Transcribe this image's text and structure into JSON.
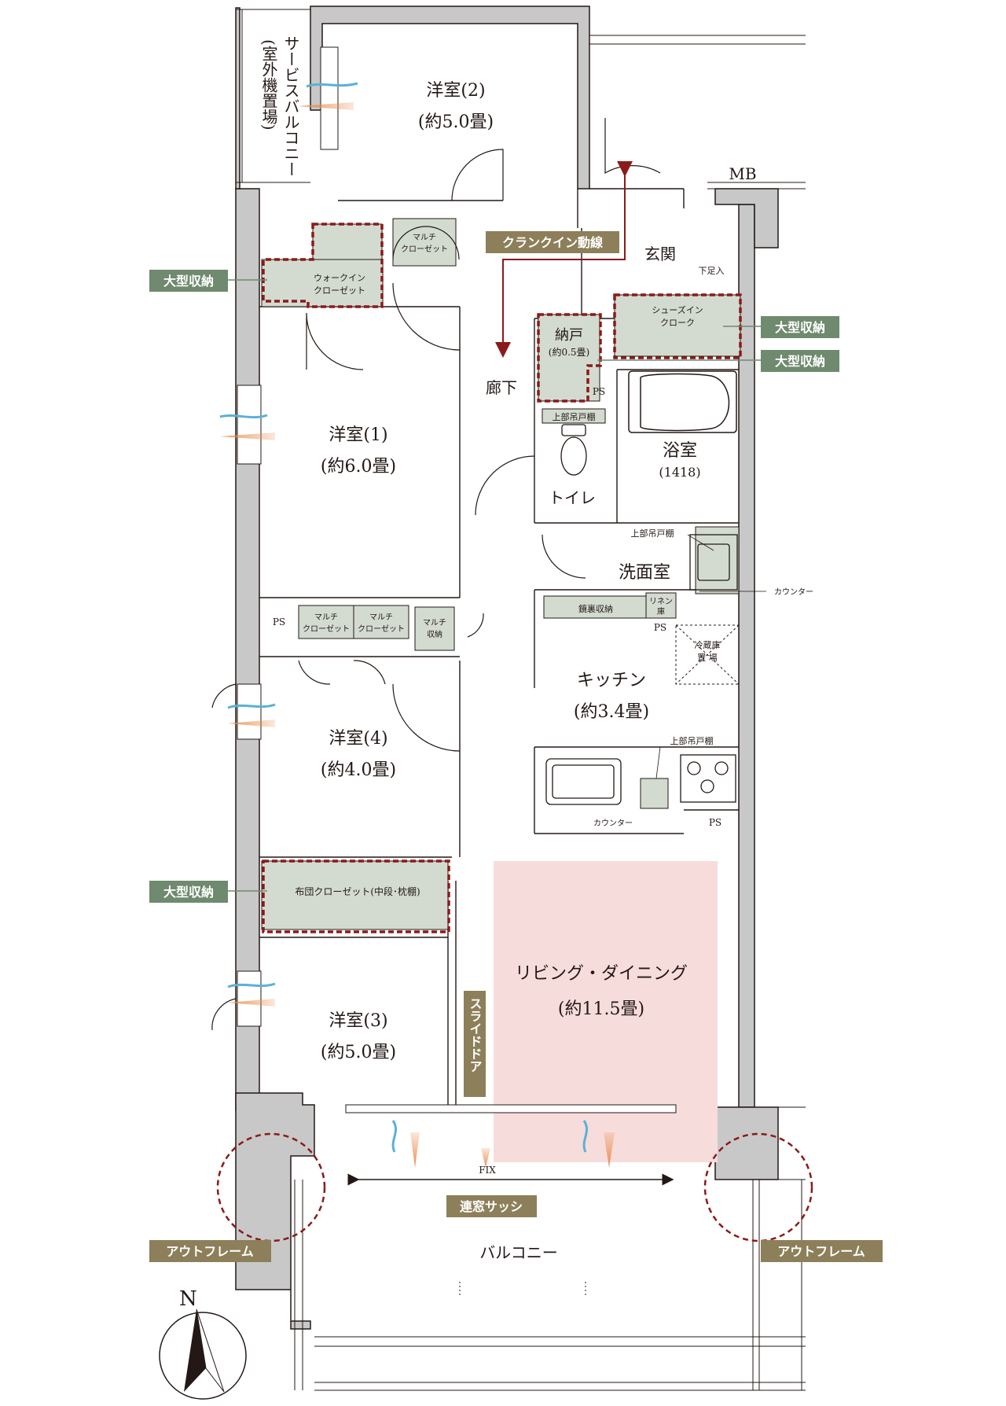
{
  "rooms": {
    "western2": {
      "name": "洋室(2)",
      "size": "(約5.0畳)"
    },
    "western1": {
      "name": "洋室(1)",
      "size": "(約6.0畳)"
    },
    "western4": {
      "name": "洋室(4)",
      "size": "(約4.0畳)"
    },
    "western3": {
      "name": "洋室(3)",
      "size": "(約5.0畳)"
    },
    "kitchen": {
      "name": "キッチン",
      "size": "(約3.4畳)"
    },
    "living": {
      "name": "リビング・ダイニング",
      "size": "(約11.5畳)"
    },
    "bath": {
      "name": "浴室",
      "size": "(1418)"
    },
    "washroom": {
      "name": "洗面室"
    },
    "toilet": {
      "name": "トイレ"
    },
    "entrance": {
      "name": "玄関"
    },
    "hallway": {
      "name": "廊下"
    },
    "storage_room": {
      "name": "納戸",
      "size": "(約0.5畳)"
    },
    "balcony": {
      "name": "バルコニー"
    },
    "service_balcony": {
      "line1": "サービスバルコニー",
      "line2": "(室外機置場)"
    },
    "mb": {
      "name": "MB"
    }
  },
  "storage": {
    "walk_in_1": "ウォークイン",
    "walk_in_2": "クローゼット",
    "shoes_in_1": "シューズイン",
    "shoes_in_2": "クローク",
    "multi_1": "マルチ",
    "multi_2": "クローゼット",
    "multi_storage_2": "収納",
    "futon_closet": "布団クローゼット(中段･枕棚)",
    "upper_cabinet": "上部吊戸棚",
    "linen_1": "リネン",
    "linen_2": "庫",
    "mirror_storage": "鏡裏収納",
    "fridge_1": "冷蔵庫",
    "fridge_2": "置 場",
    "shoe_rack": "下足入",
    "counter": "カウンター",
    "ps": "PS",
    "fix": "FIX"
  },
  "tags": {
    "large_storage": "大型収納",
    "crank_in": "クランクイン動線",
    "out_frame": "アウトフレーム",
    "continuous_sash": "連窓サッシ",
    "slide_door": "スライドドア"
  },
  "compass": {
    "north": "N"
  },
  "colors": {
    "tag_green": "#6f8a6e",
    "tag_olive": "#8c7f5a",
    "storage_fill": "#d3dbd0",
    "dash_red": "#8b1a1a",
    "living_pink": "#f7dcdc",
    "wall_gray": "#c8c8c8",
    "line": "#231815"
  }
}
